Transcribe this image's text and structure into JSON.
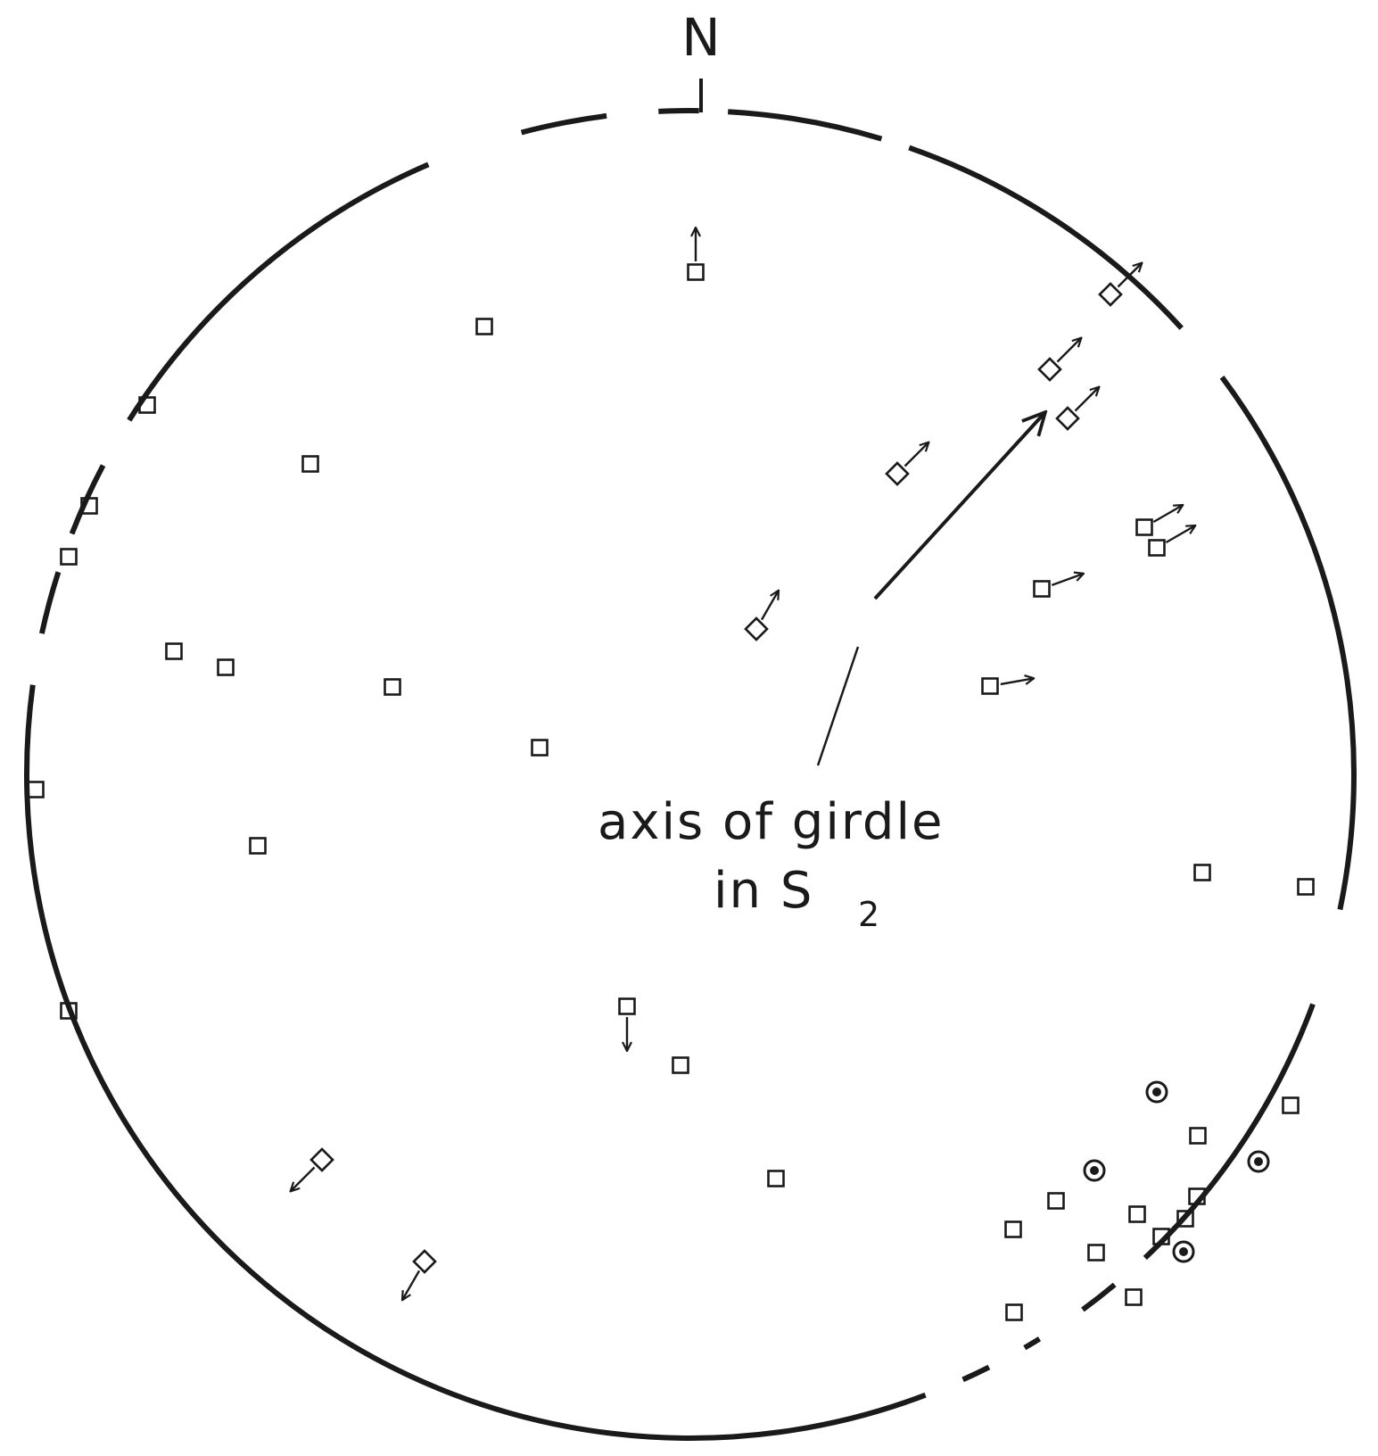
{
  "diagram": {
    "type": "stereonet",
    "north_label": "N",
    "annotation": {
      "line1": "axis of girdle",
      "line2": "in S",
      "subscript": "2"
    },
    "colors": {
      "ink": "#1a1a1a",
      "background": "#ffffff"
    },
    "symbol_legend": {
      "square": "plain-square-marker",
      "square_with_arrow": "square-marker-with-direction-arrow",
      "dot_in_circle": "circled-dot-marker"
    }
  }
}
